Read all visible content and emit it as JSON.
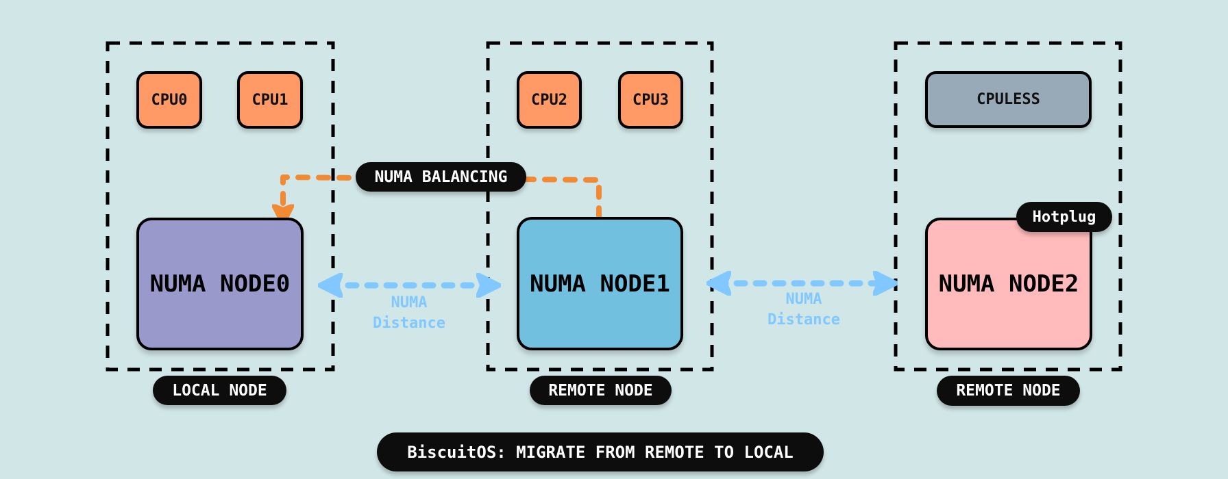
{
  "colors": {
    "background": "#d1e6e7",
    "cpu": "#ff9966",
    "cpuless": "#98a9b8",
    "node0": "#9999cc",
    "node1": "#72c0e0",
    "node2": "#ffbbbb",
    "balancing_line": "#f28a33",
    "distance_arrow": "#80c8ff"
  },
  "groups": [
    {
      "caption": "LOCAL NODE",
      "cpus": [
        "CPU0",
        "CPU1"
      ],
      "node_label": "NUMA NODE0"
    },
    {
      "caption": "REMOTE NODE",
      "cpus": [
        "CPU2",
        "CPU3"
      ],
      "node_label": "NUMA NODE1"
    },
    {
      "caption": "REMOTE NODE",
      "cpus": [
        "CPULESS"
      ],
      "node_label": "NUMA NODE2",
      "badge": "Hotplug"
    }
  ],
  "balancing_label": "NUMA BALANCING",
  "distance_labels": [
    {
      "line1": "NUMA",
      "line2": "Distance"
    },
    {
      "line1": "NUMA",
      "line2": "Distance"
    }
  ],
  "footer": "BiscuitOS: MIGRATE FROM REMOTE TO LOCAL"
}
